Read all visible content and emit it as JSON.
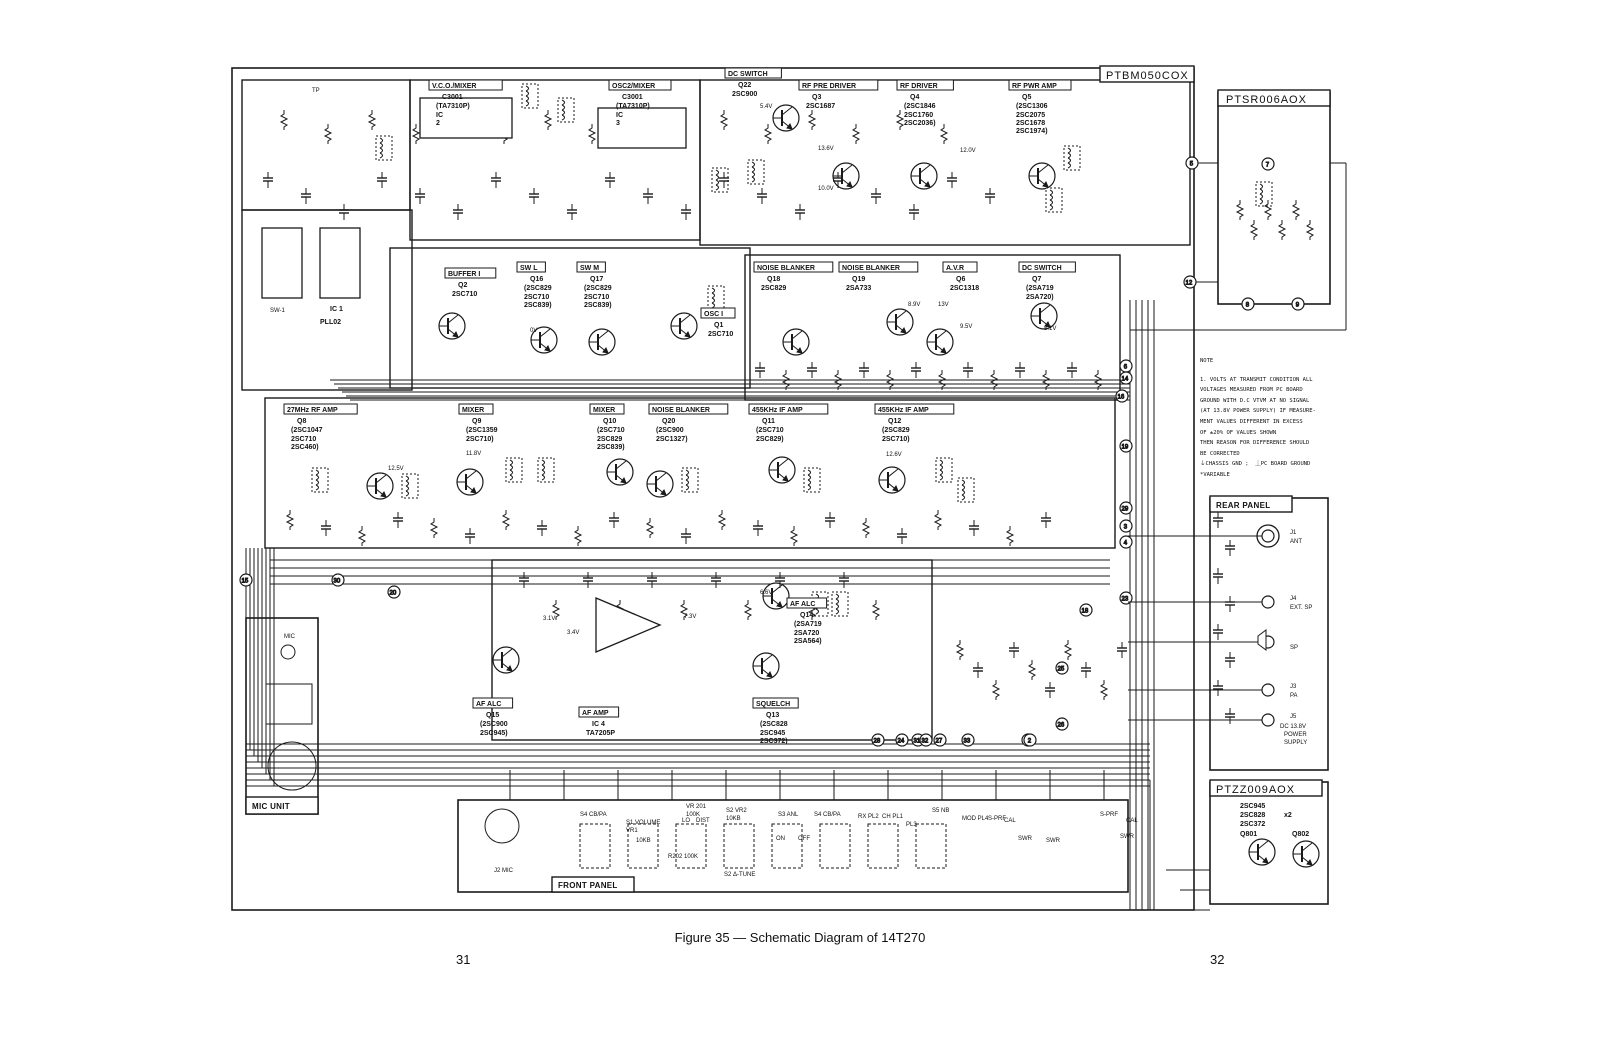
{
  "diagram": {
    "caption": "Figure 35 — Schematic Diagram of 14T270",
    "page_left": "31",
    "page_right": "32",
    "main_board": "PTBM050COX",
    "filter_board": "PTSR006AOX",
    "aux_board": "PTZZ009AOX",
    "aux_parts": [
      "2SC945",
      "2SC828",
      "2SC372"
    ],
    "aux_parts_mult": "x2",
    "aux_q1": "Q801",
    "aux_q2": "Q802",
    "mic_unit": "MIC UNIT",
    "mic_label": "MIC",
    "front_panel": "FRONT PANEL",
    "rear_panel": "REAR PANEL",
    "jack_mic": "J2 MIC",
    "tp_label": "TP",
    "sw_label": "SW-1",
    "ic1_label": "IC 1",
    "ic1_part": "PLL02"
  },
  "blocks": [
    {
      "title": "V.C.O./MIXER",
      "ic": "C3001",
      "part": "(TA7310P)",
      "sub": "IC 2"
    },
    {
      "title": "OSC2/MIXER",
      "ic": "C3001",
      "part": "(TA7310P)",
      "sub": "IC 3"
    },
    {
      "title": "DC SWITCH",
      "ic": "Q22",
      "part": "2SC900",
      "sub": ""
    },
    {
      "title": "RF PRE DRIVER",
      "ic": "Q3",
      "part": "2SC1687",
      "sub": ""
    },
    {
      "title": "RF DRIVER",
      "ic": "Q4",
      "part": "(2SC1846",
      "sub": "2SC1760 2SC2036)"
    },
    {
      "title": "RF PWR AMP",
      "ic": "Q5",
      "part": "(2SC1306",
      "sub": "2SC2075 2SC1678 2SC1974)"
    },
    {
      "title": "BUFFER I",
      "ic": "Q2",
      "part": "2SC710",
      "sub": ""
    },
    {
      "title": "SW L",
      "ic": "Q16",
      "part": "(2SC829",
      "sub": "2SC710 2SC839)"
    },
    {
      "title": "SW M",
      "ic": "Q17",
      "part": "(2SC829",
      "sub": "2SC710 2SC839)"
    },
    {
      "title": "OSC I",
      "ic": "Q1",
      "part": "2SC710",
      "sub": ""
    },
    {
      "title": "NOISE BLANKER",
      "ic": "Q18",
      "part": "2SC829",
      "sub": ""
    },
    {
      "title": "NOISE BLANKER",
      "ic": "Q19",
      "part": "2SA733",
      "sub": ""
    },
    {
      "title": "A.V.R",
      "ic": "Q6",
      "part": "2SC1318",
      "sub": ""
    },
    {
      "title": "DC SWITCH",
      "ic": "Q7",
      "part": "(2SA719",
      "sub": "2SA720)"
    },
    {
      "title": "27MHz RF AMP",
      "ic": "Q8",
      "part": "(2SC1047",
      "sub": "2SC710 2SC460)"
    },
    {
      "title": "MIXER",
      "ic": "Q9",
      "part": "(2SC1359",
      "sub": "2SC710)"
    },
    {
      "title": "MIXER",
      "ic": "Q10",
      "part": "(2SC710",
      "sub": "2SC829 2SC839)"
    },
    {
      "title": "NOISE BLANKER",
      "ic": "Q20",
      "part": "(2SC900",
      "sub": "2SC1327)"
    },
    {
      "title": "455KHz IF AMP",
      "ic": "Q11",
      "part": "(2SC710",
      "sub": "2SC829)"
    },
    {
      "title": "455KHz IF AMP",
      "ic": "Q12",
      "part": "(2SC829",
      "sub": "2SC710)"
    },
    {
      "title": "AF ALC",
      "ic": "Q14",
      "part": "(2SA719",
      "sub": "2SA720 2SA564)"
    },
    {
      "title": "AF ALC",
      "ic": "Q15",
      "part": "(2SC900",
      "sub": "2SC945)"
    },
    {
      "title": "AF AMP",
      "ic": "IC 4",
      "part": "TA7205P",
      "sub": ""
    },
    {
      "title": "SQUELCH",
      "ic": "Q13",
      "part": "(2SC828",
      "sub": "2SC945 2SC372)"
    }
  ],
  "rear_jacks": [
    {
      "ref": "J1",
      "name": "ANT"
    },
    {
      "ref": "J4",
      "name": "EXT. SP"
    },
    {
      "ref": "",
      "name": "SP"
    },
    {
      "ref": "J3",
      "name": "PA"
    },
    {
      "ref": "J5",
      "name": "DC 13.8V POWER SUPPLY"
    }
  ],
  "front_controls": [
    "S4 CB/PA",
    "S1 VOLUME VR1",
    "VR 201 100K",
    "S2 VR2 10KB",
    "S3 ANL",
    "S4 CB/PA",
    "RX PL2",
    "CH PL1",
    "PL3",
    "S5 NB",
    "MOD PL4",
    "S-PRF",
    "CAL",
    "SWR",
    "SWR",
    "S-PRF",
    "CAL",
    "SWR",
    "R202 100K",
    "S2 Δ-TUNE",
    "ON",
    "OFF",
    "DIST",
    "LO",
    "10KB"
  ],
  "note": {
    "heading": "NOTE",
    "lines": [
      "1. VOLTS AT TRANSMIT CONDITION ALL",
      "VOLTAGES MEASURED FROM PC BOARD",
      "GROUND WITH D.C VTVM AT NO SIGNAL",
      "(AT 13.8V POWER SUPPLY) IF MEASURE-",
      "MENT VALUES DIFFERENT IN EXCESS",
      "OF ±20% OF VALUES SHOWN",
      "THEN REASON FOR DIFFERENCE SHOULD",
      "BE CORRECTED"
    ],
    "legend_chassis": "CHASSIS GND ;",
    "legend_board": "PC BOARD GROUND",
    "legend_variable": "VARIABLE"
  },
  "voltages": [
    "13.6V",
    "10.0V",
    "12.0V",
    "5.4V",
    "8.9V",
    "13V",
    "9.5V",
    "8.1V",
    "12.5V",
    "11.8V",
    "6.6V",
    "12.6V",
    "7.3V",
    "3.1V",
    "3.4V",
    "0V"
  ],
  "connectors": [
    "1",
    "2",
    "3",
    "4",
    "5",
    "6",
    "7",
    "8",
    "9",
    "12",
    "14",
    "15",
    "16",
    "18",
    "19",
    "20",
    "23",
    "24",
    "25",
    "26",
    "27",
    "28",
    "29",
    "30",
    "31",
    "32",
    "33"
  ]
}
